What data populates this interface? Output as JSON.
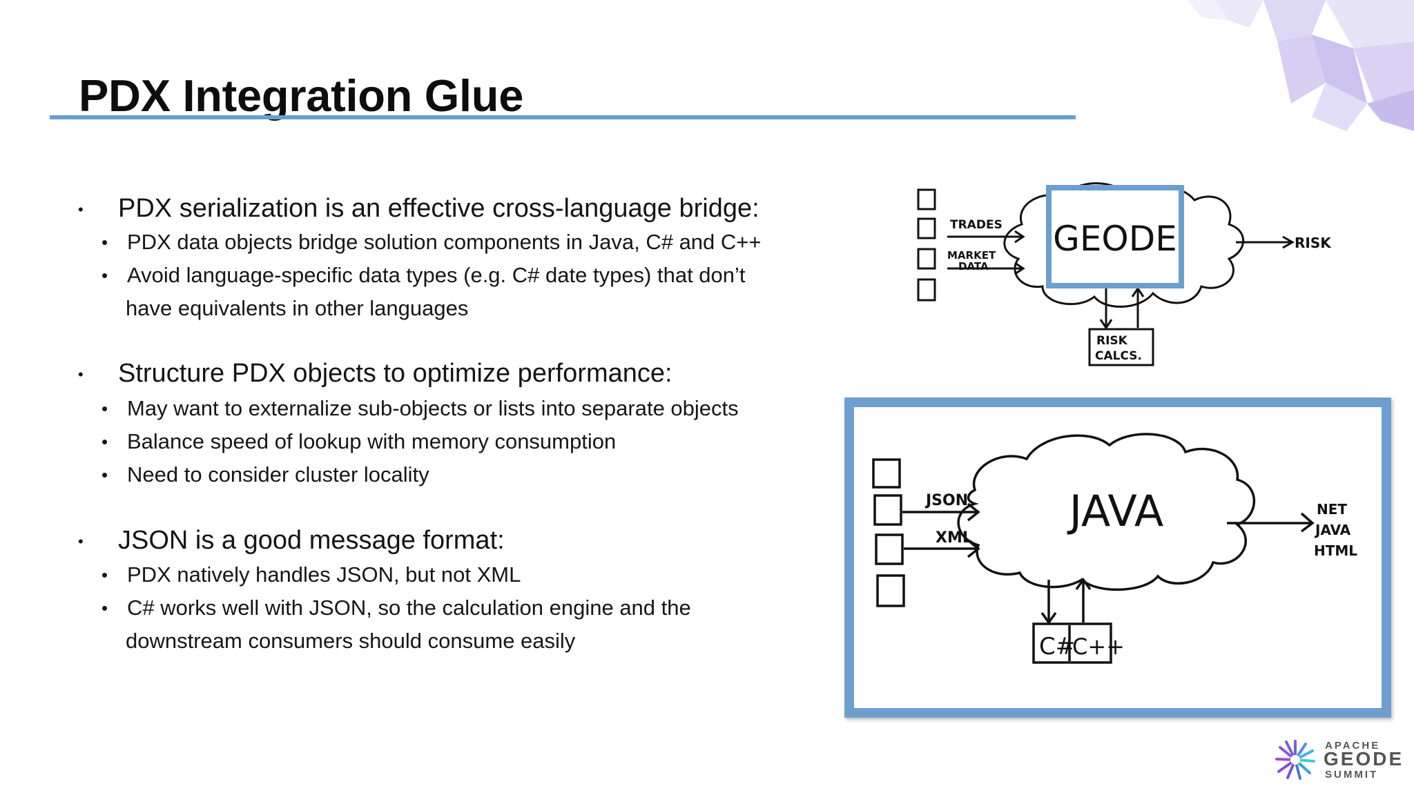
{
  "slide": {
    "title": "PDX Integration Glue"
  },
  "bullets": {
    "group1": {
      "heading": "PDX serialization is an effective cross-language bridge:",
      "items": [
        "PDX data objects bridge solution components in Java, C# and C++",
        "Avoid language-specific data types (e.g. C# date types) that don’t"
      ],
      "continuation": "have equivalents in other languages"
    },
    "group2": {
      "heading": "Structure PDX objects to optimize performance:",
      "items": [
        "May want to externalize sub-objects or lists into separate objects",
        "Balance speed of lookup with memory consumption",
        "Need to consider cluster locality"
      ]
    },
    "group3": {
      "heading": "JSON is a good message format:",
      "items": [
        "PDX natively handles JSON, but not XML",
        "C# works well with JSON, so the calculation engine and the"
      ],
      "continuation": "downstream consumers should consume easily"
    }
  },
  "diagram_top": {
    "center": "GEODE",
    "inputs": [
      "TRADES",
      "MARKET",
      "DATA"
    ],
    "output": "RISK",
    "below_line1": "RISK",
    "below_line2": "CALCS."
  },
  "diagram_bottom": {
    "center": "JAVA",
    "inputs": [
      "JSON",
      "XML"
    ],
    "outputs": [
      "NET",
      "JAVA",
      "HTML"
    ],
    "below_left": "C#",
    "below_right": "C++"
  },
  "logo": {
    "line1": "APACHE",
    "line2": "GEODE",
    "line3": "SUMMIT"
  },
  "colors": {
    "accent": "#6a9fd0",
    "frame": "#6f9fcf",
    "crystal": "#c9c3ee"
  }
}
